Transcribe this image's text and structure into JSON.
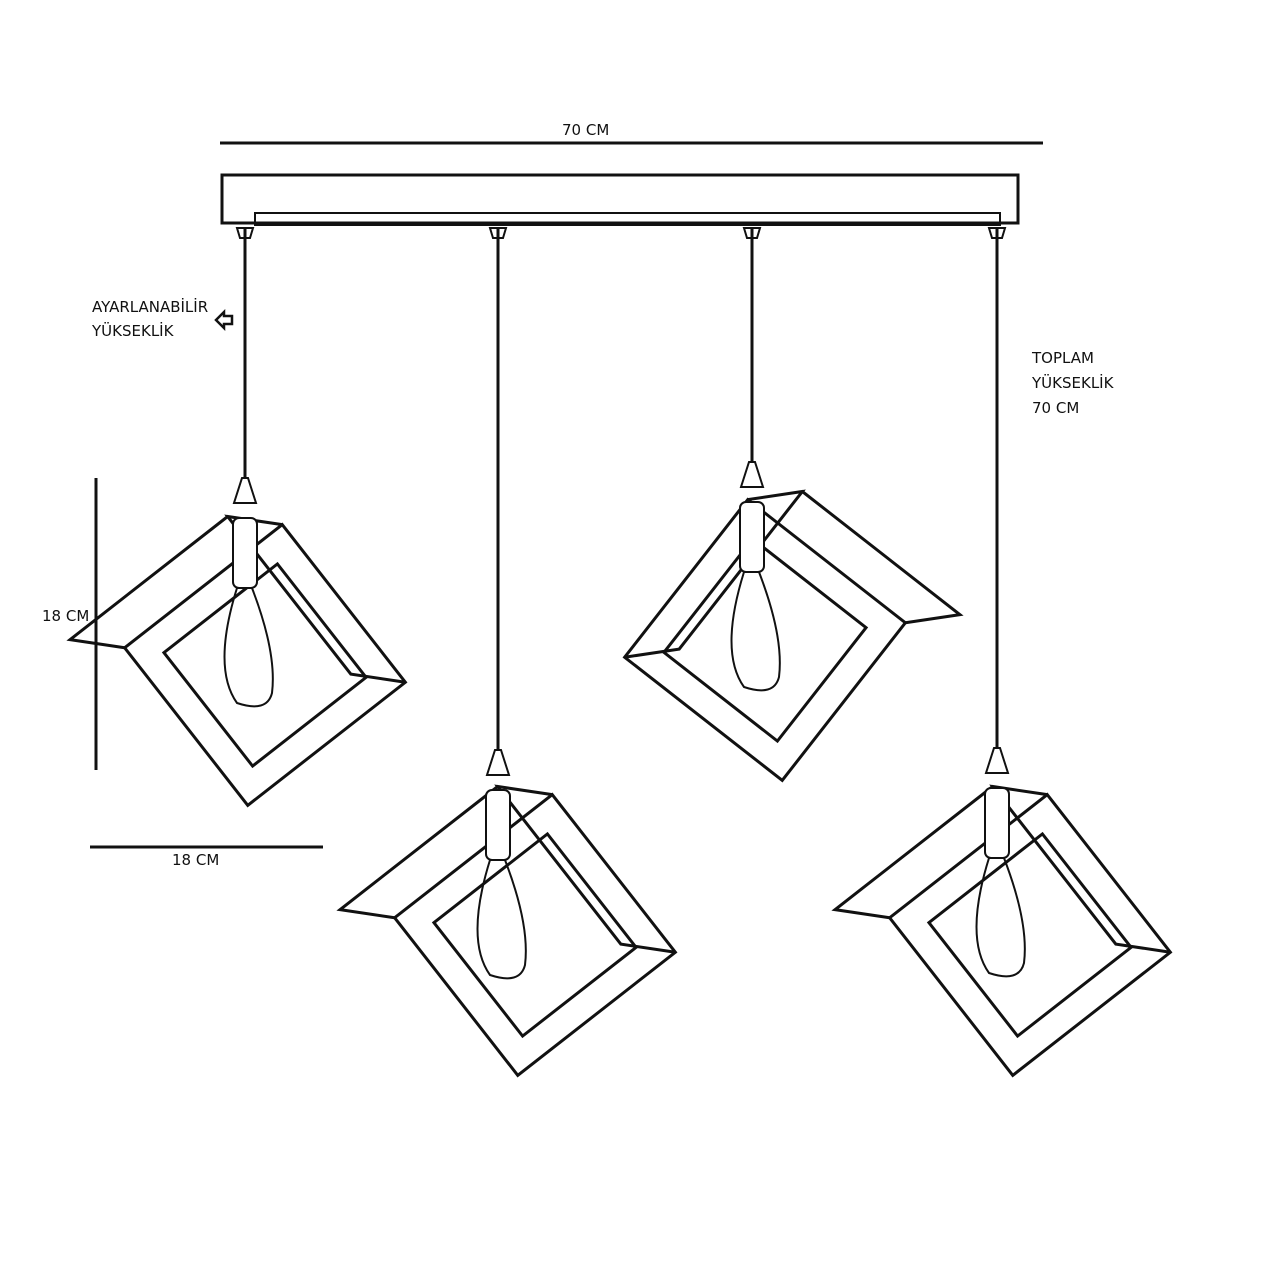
{
  "dimensions": {
    "width_label": "70 CM",
    "adjustable_label_line1": "AYARLANABİLİR",
    "adjustable_label_line2": "YÜKSEKLİK",
    "total_height_line1": "TOPLAM",
    "total_height_line2": "YÜKSEKLİK",
    "total_height_line3": "70 CM",
    "shade_height_label": "18 CM",
    "shade_width_label": "18 CM"
  },
  "colors": {
    "line": "#111111",
    "background": "#ffffff"
  },
  "pendant_count": 4
}
